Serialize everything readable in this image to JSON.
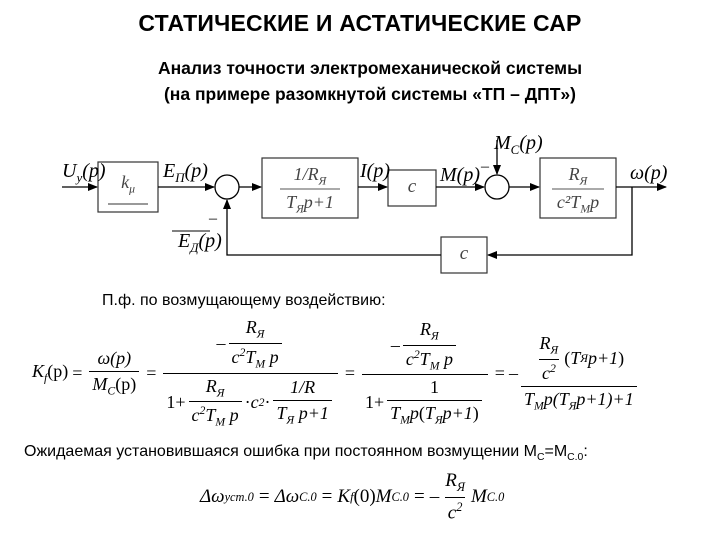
{
  "title": "СТАТИЧЕСКИЕ И АСТАТИЧЕСКИЕ САР",
  "subtitle_line1": "Анализ точности электромеханической системы",
  "subtitle_line2": "(на примере разомкнутой системы «ТП – ДПТ»)",
  "diagram": {
    "signals": {
      "u_in": "U",
      "u_in_sub": "у",
      "u_in_arg": "(p)",
      "e_p": "E",
      "e_p_sub": "П",
      "e_p_arg": "(p)",
      "i_p": "I(p)",
      "m_p": "M(p)",
      "mc": "M",
      "mc_sub": "C",
      "mc_arg": "(p)",
      "omega": "ω(p)",
      "e_d": "E",
      "e_d_sub": "Д",
      "e_d_arg": "(p)",
      "minus1": "–",
      "minus2": "–"
    },
    "blocks": {
      "k_mu": "k",
      "k_mu_sub": "μ",
      "arm_num": "1/R",
      "arm_num_sub": "Я",
      "arm_den": "T",
      "arm_den_sub": "Я",
      "arm_den_rest": "p+1",
      "c1": "c",
      "mech_num": "R",
      "mech_num_sub": "Я",
      "mech_den": "c²T",
      "mech_den_sub": "M",
      "mech_den_rest": "p",
      "c2": "c"
    }
  },
  "note1": "П.ф. по возмущающему воздействию:",
  "note2": "Ожидаемая установившаяся ошибка при постоянном возмущении M",
  "note2_sub1": "С",
  "note2_eq": "=M",
  "note2_sub2": "С.0",
  "note2_end": ":",
  "formula1": {
    "lhs": "K",
    "lhs_sub": "f",
    "lhs_arg": "(p)",
    "eq": "=",
    "frac1_num": "ω(p)",
    "frac1_den": "M",
    "frac1_den_sub": "C",
    "frac1_den_arg": "(p)",
    "minus": "–",
    "one": "1",
    "plus": "+",
    "p": "p",
    "p_plus_1": "p+1",
    "c2": "c",
    "sq": "2",
    "R": "R",
    "R_sub": "Я",
    "T": "T",
    "TM_sub": "M",
    "TYa_sub": "Я",
    "dot": "·",
    "one_over_R": "1/R",
    "paren_open": "(",
    "paren_close": ")",
    "last_den_open": "p(",
    "last_den_close": "p+1)+1"
  },
  "formula2": {
    "delta": "Δω",
    "delta_sub": "уст.0",
    "eq": "=",
    "delta2": "Δω",
    "delta2_sub": "C.0",
    "K": "K",
    "K_sub": "f",
    "K_arg": "(0)",
    "M": "M",
    "M_sub": "C.0",
    "minus": "–",
    "R": "R",
    "R_sub": "Я",
    "c": "c",
    "sq": "2"
  }
}
